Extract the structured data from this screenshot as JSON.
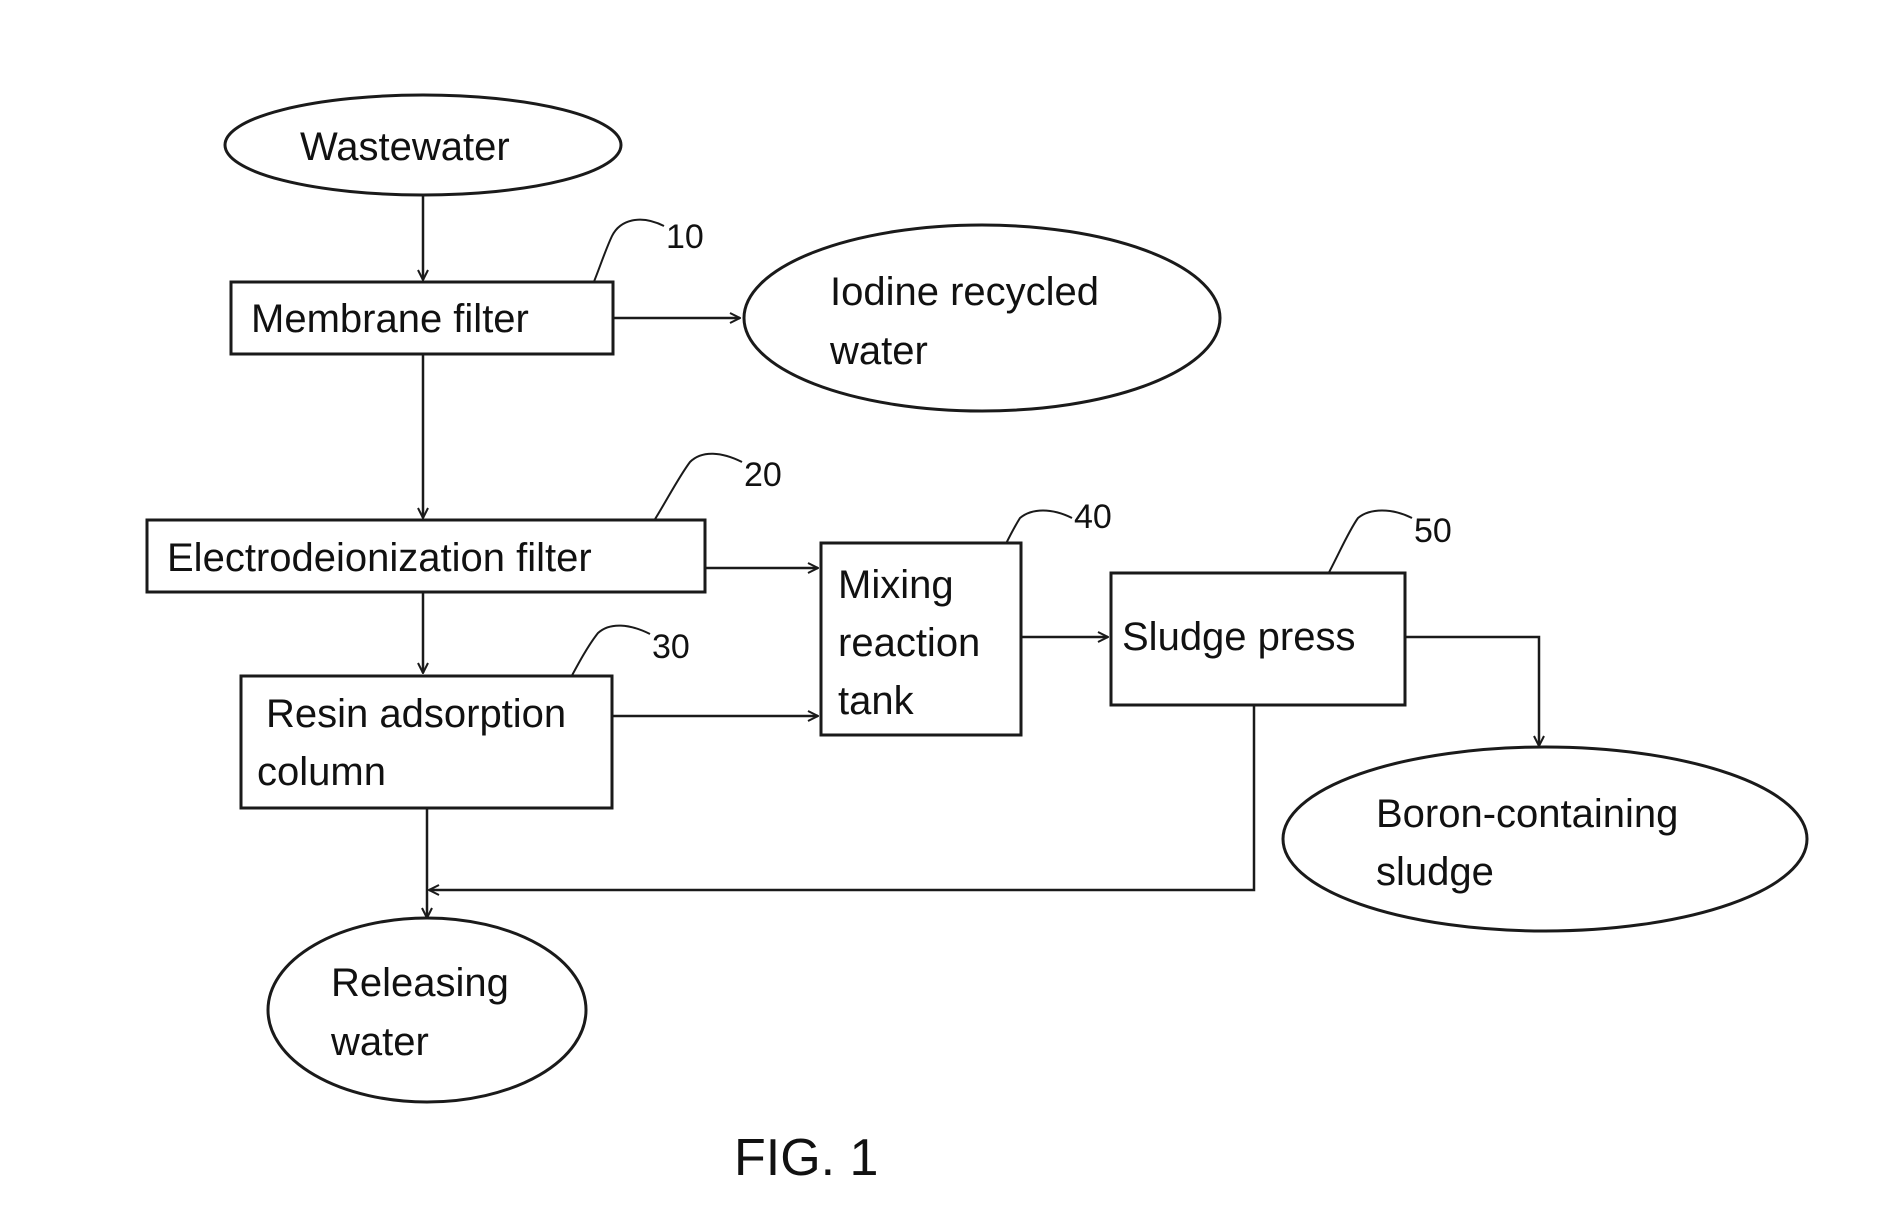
{
  "nodes": {
    "wastewater": {
      "lines": [
        "Wastewater"
      ]
    },
    "membrane_filter": {
      "lines": [
        "Membrane filter"
      ]
    },
    "iodine_recycled_water": {
      "lines": [
        "Iodine recycled",
        "water"
      ]
    },
    "electrodeionization_filter": {
      "lines": [
        "Electrodeionization filter"
      ]
    },
    "resin_adsorption_column": {
      "lines": [
        "Resin adsorption",
        "column"
      ]
    },
    "mixing_reaction_tank": {
      "lines": [
        "Mixing",
        "reaction",
        "tank"
      ]
    },
    "sludge_press": {
      "lines": [
        "Sludge press"
      ]
    },
    "boron_containing_sludge": {
      "lines": [
        "Boron-containing",
        "sludge"
      ]
    },
    "releasing_water": {
      "lines": [
        "Releasing",
        "water"
      ]
    }
  },
  "reference_numerals": {
    "membrane_filter": "10",
    "electrodeionization_filter": "20",
    "resin_adsorption_column": "30",
    "mixing_reaction_tank": "40",
    "sludge_press": "50"
  },
  "edges": [
    {
      "from": "wastewater",
      "to": "membrane_filter"
    },
    {
      "from": "membrane_filter",
      "to": "iodine_recycled_water"
    },
    {
      "from": "membrane_filter",
      "to": "electrodeionization_filter"
    },
    {
      "from": "electrodeionization_filter",
      "to": "mixing_reaction_tank"
    },
    {
      "from": "electrodeionization_filter",
      "to": "resin_adsorption_column"
    },
    {
      "from": "resin_adsorption_column",
      "to": "mixing_reaction_tank"
    },
    {
      "from": "mixing_reaction_tank",
      "to": "sludge_press"
    },
    {
      "from": "sludge_press",
      "to": "boron_containing_sludge"
    },
    {
      "from": "sludge_press",
      "to": "releasing_water"
    },
    {
      "from": "resin_adsorption_column",
      "to": "releasing_water"
    }
  ],
  "figure_label": "FIG. 1"
}
